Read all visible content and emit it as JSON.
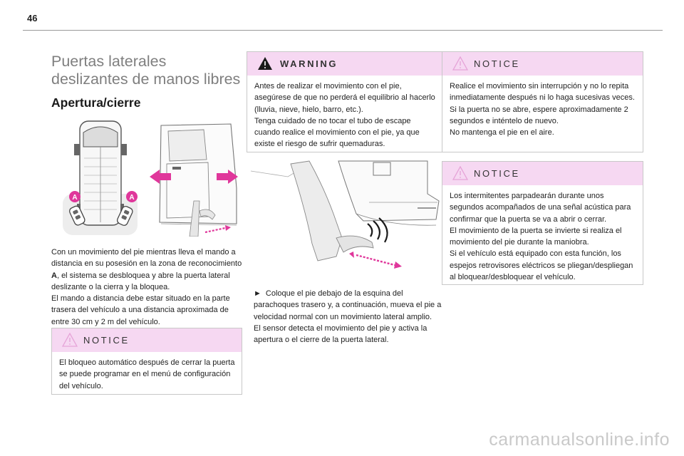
{
  "page_number": "46",
  "section_title": "Puertas laterales deslizantes de manos libres",
  "subtitle": "Apertura/cierre",
  "figure_label": "A",
  "left_column": {
    "paragraph_1_before": "Con un movimiento del pie mientras lleva el mando a distancia en su posesión en la zona de reconocimiento ",
    "paragraph_1_bold": "A",
    "paragraph_1_after": ", el sistema se desbloquea y abre la puerta lateral deslizante o la cierra y la bloquea.",
    "paragraph_2": "El mando a distancia debe estar situado en la parte trasera del vehículo a una distancia aproximada de entre 30 cm y 2 m del vehículo.",
    "notice": {
      "heading": "NOTICE",
      "text": "El bloqueo automático después de cerrar la puerta se puede programar en el menú de configuración del vehículo."
    }
  },
  "middle_column": {
    "warning": {
      "heading": "WARNING",
      "line_1": "Antes de realizar el movimiento con el pie, asegúrese de que no perderá el equilibrio al hacerlo (lluvia, nieve, hielo, barro, etc.).",
      "line_2": "Tenga cuidado de no tocar el tubo de escape cuando realice el movimiento con el pie, ya que existe el riesgo de sufrir quemaduras."
    },
    "bullet_symbol": "►",
    "instruction_1": "Coloque el pie debajo de la esquina del parachoques trasero y, a continuación, mueva el pie a velocidad normal con un movimiento lateral amplio.",
    "instruction_2": "El sensor detecta el movimiento del pie y activa la apertura o el cierre de la puerta lateral."
  },
  "right_column": {
    "notice_1": {
      "heading": "NOTICE",
      "line_1": "Realice el movimiento sin interrupción y no lo repita inmediatamente después ni lo haga sucesivas veces.",
      "line_2": "Si la puerta no se abre, espere aproximadamente 2 segundos e inténtelo de nuevo.",
      "line_3": "No mantenga el pie en el aire."
    },
    "notice_2": {
      "heading": "NOTICE",
      "line_1": "Los intermitentes parpadearán durante unos segundos acompañados de una señal acústica para confirmar que la puerta se va a abrir o cerrar.",
      "line_2": "El movimiento de la puerta se invierte si realiza el movimiento del pie durante la maniobra.",
      "line_3": "Si el vehículo está equipado con esta función, los espejos retrovisores eléctricos se pliegan/despliegan al bloquear/desbloquear el vehículo."
    }
  },
  "watermark": "carmanualsonline.info",
  "colors": {
    "notice_header_bg": "#f6d8f2",
    "accent_pink": "#e0379b",
    "title_gray": "#7f7f7f"
  }
}
